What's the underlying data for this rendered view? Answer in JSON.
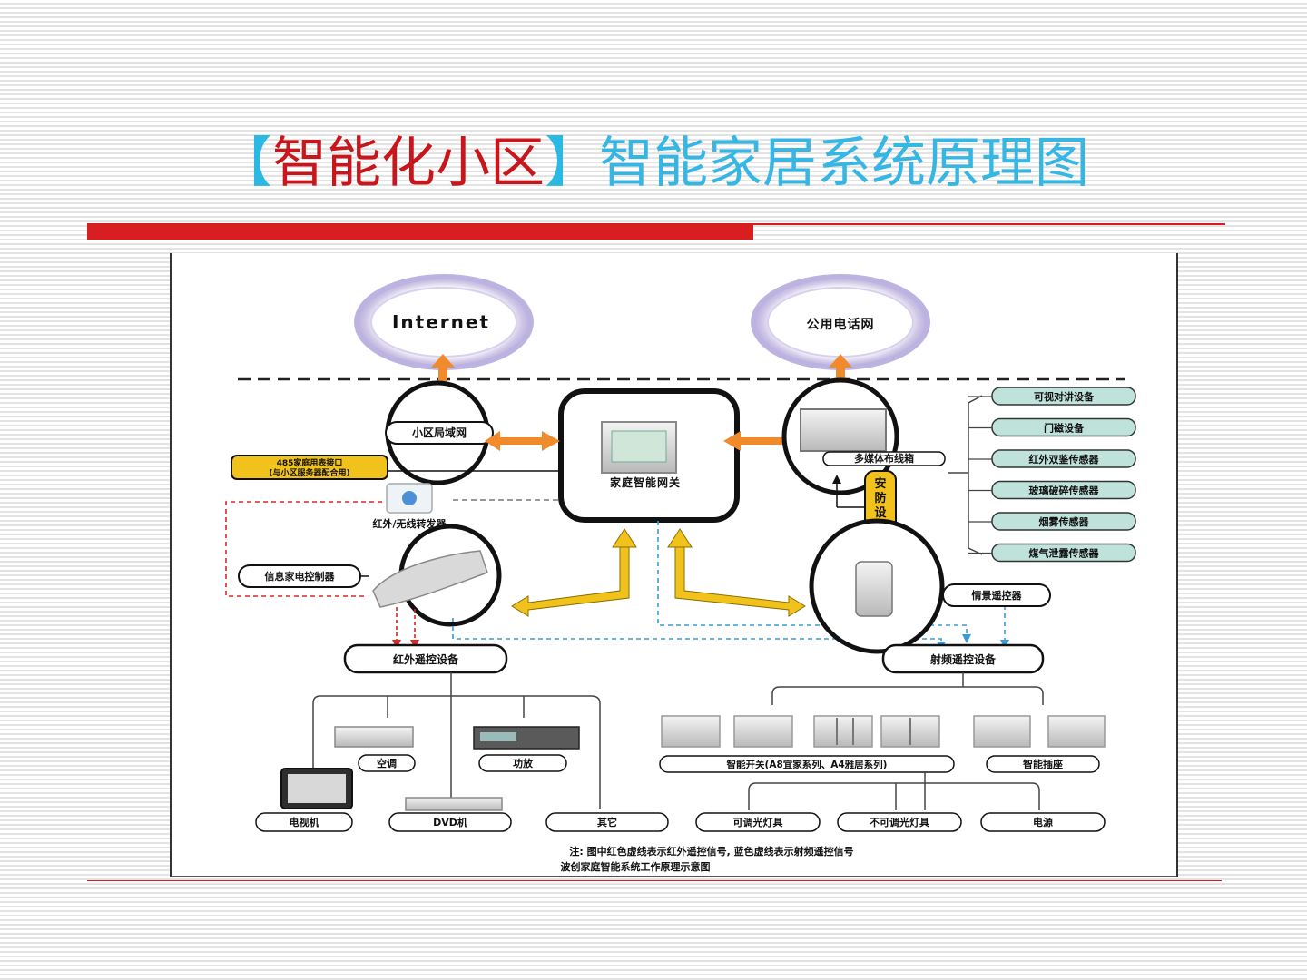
{
  "title": {
    "bracket_open": "【",
    "prefix": "智能化小区",
    "bracket_close": "】",
    "main": "智能家居系统原理图"
  },
  "diagram": {
    "internet": "Internet",
    "telephone_network": "公用电话网",
    "community_lan": "小区局域网",
    "gateway": "家庭智能网关",
    "media_box": "多媒体布线箱",
    "meter_interface_line1": "485家庭用表接口",
    "meter_interface_line2": "(与小区服务器配合用)",
    "ir_wireless_repeater": "红外/无线转发器",
    "info_controller": "信息家电控制器",
    "scene_remote": "情景遥控器",
    "security_label": "安防设备",
    "security_devices": [
      "可视对讲设备",
      "门磁设备",
      "红外双鉴传感器",
      "玻璃破碎传感器",
      "烟雾传感器",
      "煤气泄露传感器"
    ],
    "ir_remote_devices": "红外遥控设备",
    "rf_remote_devices": "射频遥控设备",
    "air_conditioner": "空调",
    "amplifier": "功放",
    "tv": "电视机",
    "dvd": "DVD机",
    "others": "其它",
    "smart_switch": "智能开关(A8宜家系列、A4雅居系列)",
    "smart_socket": "智能插座",
    "dimmable_light": "可调光灯具",
    "non_dimmable_light": "不可调光灯具",
    "power": "电源",
    "note_line1": "注: 图中红色虚线表示红外遥控信号, 蓝色虚线表示射频遥控信号",
    "note_line2": "波创家庭智能系统工作原理示意图"
  },
  "colors": {
    "accent_red": "#d81e22",
    "title_blue": "#35b6e3",
    "security_fill": "#bfe3db",
    "yellow_arrow": "#f1c21b",
    "orange_arrow": "#f08a2d"
  }
}
